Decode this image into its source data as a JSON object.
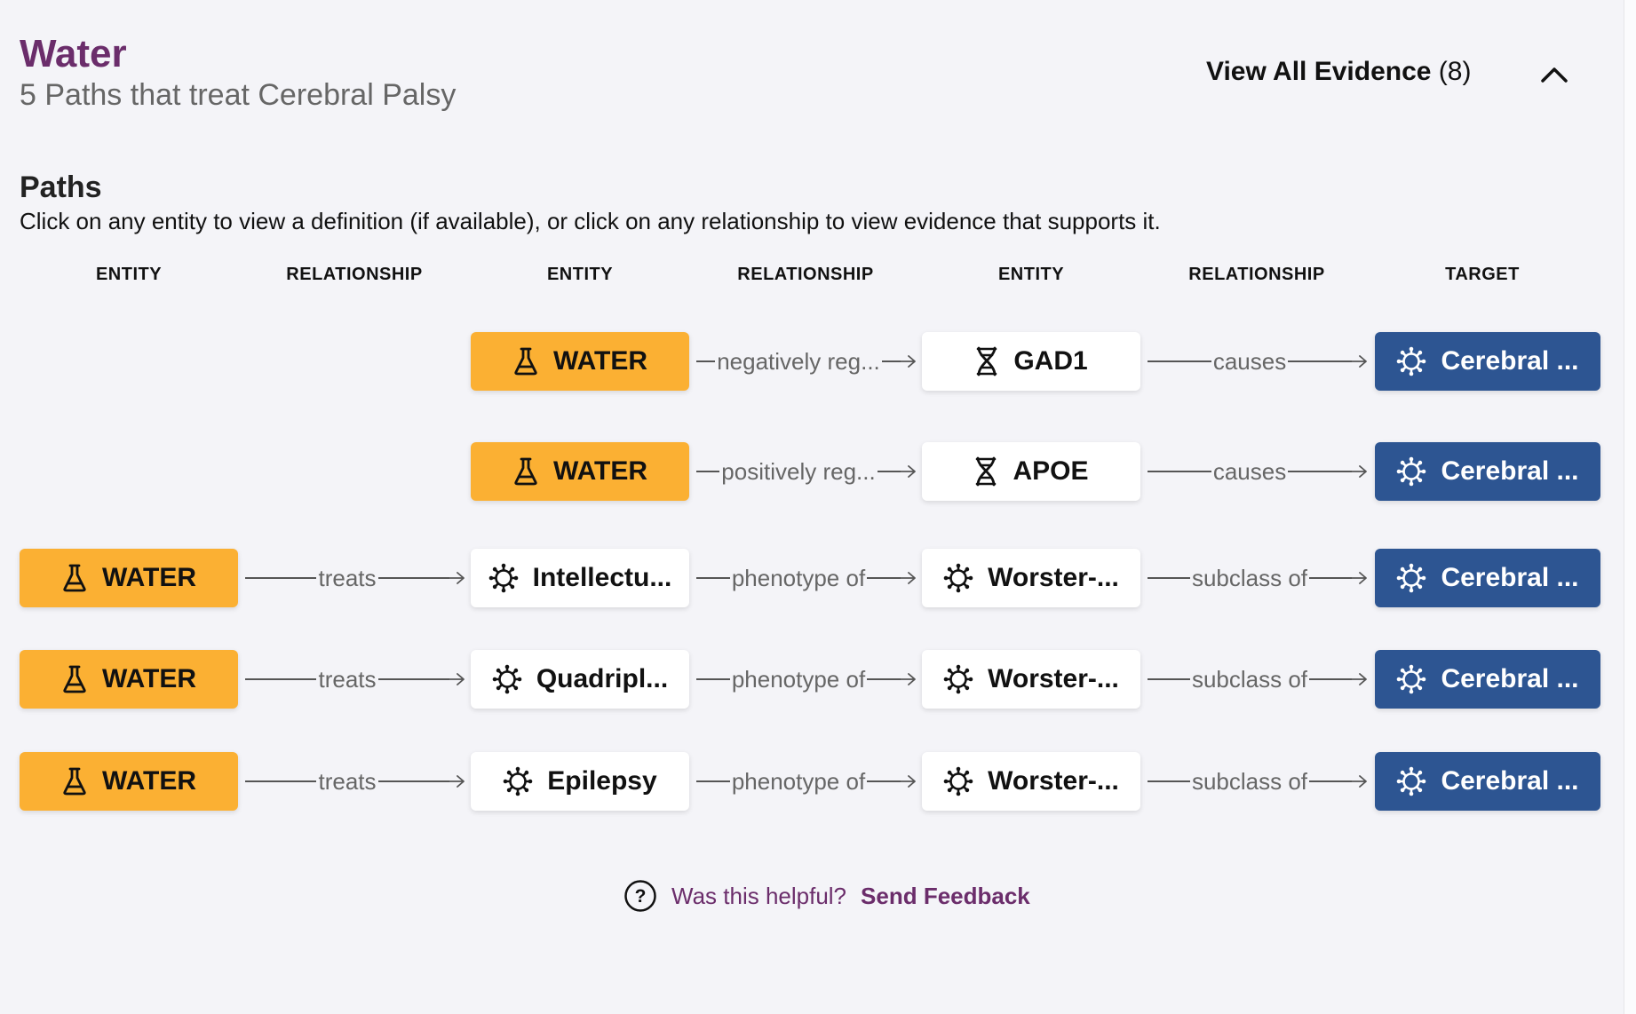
{
  "header": {
    "title": "Water",
    "subtitle": "5 Paths that treat Cerebral Palsy",
    "view_all_label": "View All Evidence",
    "evidence_count": "(8)"
  },
  "paths": {
    "heading": "Paths",
    "description": "Click on any entity to view a definition (if available), or click on any relationship to view evidence that supports it.",
    "columns": [
      "ENTITY",
      "RELATIONSHIP",
      "ENTITY",
      "RELATIONSHIP",
      "ENTITY",
      "RELATIONSHIP",
      "TARGET"
    ],
    "rows": [
      {
        "entity1": null,
        "rel1": null,
        "entity2": {
          "label": "WATER",
          "icon": "flask-icon"
        },
        "rel2": "negatively reg...",
        "entity3": {
          "label": "GAD1",
          "icon": "dna-icon"
        },
        "rel3": "causes",
        "target": {
          "label": "Cerebral ...",
          "icon": "virus-icon"
        }
      },
      {
        "entity1": null,
        "rel1": null,
        "entity2": {
          "label": "WATER",
          "icon": "flask-icon"
        },
        "rel2": "positively reg...",
        "entity3": {
          "label": "APOE",
          "icon": "dna-icon"
        },
        "rel3": "causes",
        "target": {
          "label": "Cerebral ...",
          "icon": "virus-icon"
        }
      },
      {
        "entity1": {
          "label": "WATER",
          "icon": "flask-icon"
        },
        "rel1": "treats",
        "entity2": {
          "label": "Intellectu...",
          "icon": "virus-icon"
        },
        "rel2": "phenotype of",
        "entity3": {
          "label": "Worster-...",
          "icon": "virus-icon"
        },
        "rel3": "subclass of",
        "target": {
          "label": "Cerebral ...",
          "icon": "virus-icon"
        }
      },
      {
        "entity1": {
          "label": "WATER",
          "icon": "flask-icon"
        },
        "rel1": "treats",
        "entity2": {
          "label": "Quadripl...",
          "icon": "virus-icon"
        },
        "rel2": "phenotype of",
        "entity3": {
          "label": "Worster-...",
          "icon": "virus-icon"
        },
        "rel3": "subclass of",
        "target": {
          "label": "Cerebral ...",
          "icon": "virus-icon"
        }
      },
      {
        "entity1": {
          "label": "WATER",
          "icon": "flask-icon"
        },
        "rel1": "treats",
        "entity2": {
          "label": "Epilepsy",
          "icon": "virus-icon"
        },
        "rel2": "phenotype of",
        "entity3": {
          "label": "Worster-...",
          "icon": "virus-icon"
        },
        "rel3": "subclass of",
        "target": {
          "label": "Cerebral ...",
          "icon": "virus-icon"
        }
      }
    ]
  },
  "feedback": {
    "question": "Was this helpful?",
    "link_label": "Send Feedback"
  },
  "colors": {
    "title": "#6b2d6b",
    "source_chip": "#fbb033",
    "target_chip": "#2d5592",
    "mid_chip": "#ffffff"
  }
}
